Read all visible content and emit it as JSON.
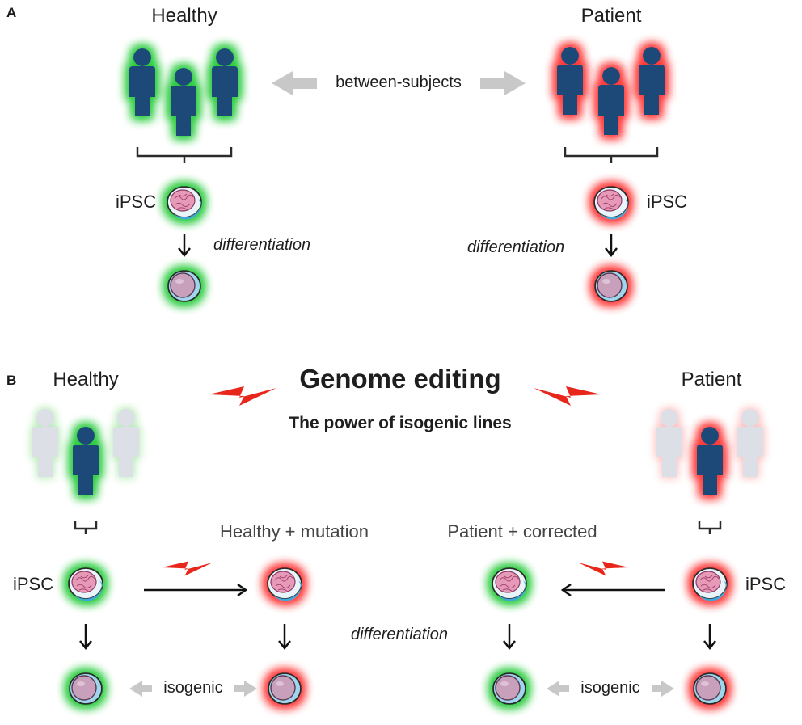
{
  "panel_a": {
    "letter": "A",
    "healthy_label": "Healthy",
    "patient_label": "Patient",
    "between_label": "between-subjects",
    "ipsc_left": "iPSC",
    "ipsc_right": "iPSC",
    "diff_left": "differentiation",
    "diff_right": "differentiation"
  },
  "panel_b": {
    "letter": "B",
    "healthy_label": "Healthy",
    "patient_label": "Patient",
    "title": "Genome editing",
    "subtitle": "The power of isogenic lines",
    "healthy_mutation": "Healthy + mutation",
    "patient_corrected": "Patient + corrected",
    "ipsc_left": "iPSC",
    "ipsc_right": "iPSC",
    "differentiation": "differentiation",
    "isogenic_left": "isogenic",
    "isogenic_right": "isogenic"
  },
  "colors": {
    "person": "#1f4a77",
    "person_faded": "#dcdfe6",
    "healthy_glow": "#2ecc40",
    "patient_glow": "#ff3b3b",
    "bolt": "#e8271c",
    "gray_arrow": "#c8c8c8",
    "cell_body": "#c9a3bd",
    "cell_rim": "#8fd0ea"
  }
}
